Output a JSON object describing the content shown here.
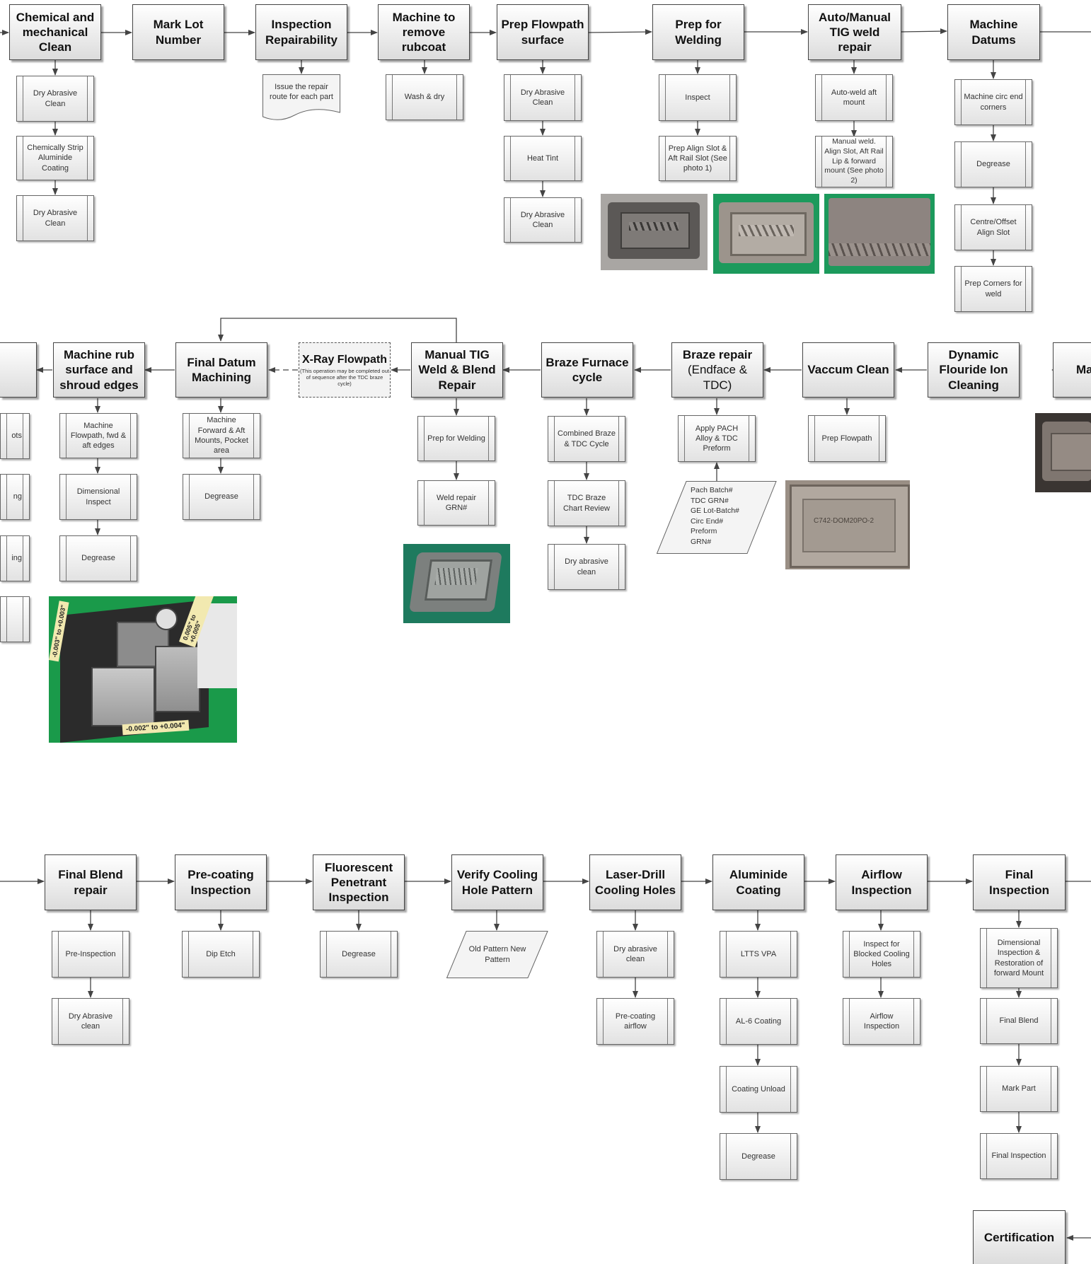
{
  "row1": {
    "processes": [
      "Chemical and mechanical Clean",
      "Mark Lot Number",
      "Inspection Repairability",
      "Machine to remove rubcoat",
      "Prep Flowpath surface",
      "Prep for Welding",
      "Auto/Manual TIG weld repair",
      "Machine Datums"
    ],
    "steps": {
      "chem_clean_1": "Dry Abrasive Clean",
      "chem_clean_2": "Chemically Strip Aluminide Coating",
      "chem_clean_3": "Dry Abrasive Clean",
      "repairability_doc": "Issue the repair route for each part",
      "rubcoat": "Wash & dry",
      "flowpath_1": "Dry Abrasive Clean",
      "flowpath_2": "Heat Tint",
      "flowpath_3": "Dry Abrasive Clean",
      "weld_prep_1": "Inspect",
      "weld_prep_2": "Prep Align Slot & Aft Rail Slot (See photo 1)",
      "tig_1": "Auto-weld aft mount",
      "tig_2": "Manual weld. Align Slot, Aft Rail Lip & forward mount (See photo 2)",
      "datums_1": "Machine circ end corners",
      "datums_2": "Degrease",
      "datums_3": "Centre/Offset Align Slot",
      "datums_4": "Prep Corners for weld"
    }
  },
  "row2": {
    "processes": {
      "partial_left": "",
      "machine_rub": "Machine rub surface and shroud edges",
      "final_datum": "Final Datum Machining",
      "xray_title": "X-Ray Flowpath",
      "xray_note": "(This operation may be completed out of sequence after the TDC braze cycle)",
      "manual_tig": "Manual TIG Weld & Blend Repair",
      "braze_furnace": "Braze Furnace cycle",
      "braze_repair_title": "Braze repair",
      "braze_repair_sub": "(Endface & TDC)",
      "vaccum": "Vaccum Clean",
      "dfi": "Dynamic Flouride Ion Cleaning",
      "partial_right": "Mar"
    },
    "partial_steps": [
      "ots",
      "ng",
      "ing",
      ""
    ],
    "steps": {
      "rub_1": "Machine Flowpath, fwd & aft edges",
      "rub_2": "Dimensional Inspect",
      "rub_3": "Degrease",
      "datum_1": "Machine Forward & Aft Mounts, Pocket area",
      "datum_2": "Degrease",
      "tig_1": "Prep for Welding",
      "tig_2": "Weld repair GRN#",
      "braze_1": "Combined Braze & TDC Cycle",
      "braze_2": "TDC Braze Chart Review",
      "braze_3": "Dry abrasive clean",
      "braze_repair_1": "Apply PACH Alloy & TDC Preform",
      "braze_data": [
        "Pach Batch#",
        "TDC GRN#",
        "GE Lot-Batch#",
        "Circ End#",
        "Preform",
        "GRN#"
      ],
      "vaccum_1": "Prep Flowpath"
    },
    "photo_labels": {
      "gauge_1": "-0.002\" to +0.004\"",
      "gauge_2": "-0.003\" to +0.003\"",
      "gauge_3": "0.005\" to +0.005\"",
      "part_marking": "C742-DOM20PO-2"
    }
  },
  "row3": {
    "processes": [
      "Final Blend repair",
      "Pre-coating Inspection",
      "Fluorescent Penetrant Inspection",
      "Verify Cooling Hole Pattern",
      "Laser-Drill Cooling Holes",
      "Aluminide Coating",
      "Airflow Inspection",
      "Final Inspection"
    ],
    "steps": {
      "blend_1": "Pre-Inspection",
      "blend_2": "Dry Abrasive clean",
      "precoat_1": "Dip Etch",
      "fpi_1": "Degrease",
      "verify_1": "Old Pattern New Pattern",
      "laser_1": "Dry abrasive clean",
      "laser_2": "Pre-coating airflow",
      "alu_1": "LTTS VPA",
      "alu_2": "AL-6 Coating",
      "alu_3": "Coating Unload",
      "alu_4": "Degrease",
      "airflow_1": "Inspect for Blocked Cooling Holes",
      "airflow_2": "Airflow Inspection",
      "final_1": "Dimensional Inspection & Restoration of forward Mount",
      "final_2": "Final Blend",
      "final_3": "Mark Part",
      "final_4": "Final Inspection"
    },
    "certification": "Certification"
  },
  "colors": {
    "connector": "#444444",
    "photo_green": "#1c9a5c",
    "photo_metal": "#8d8985"
  }
}
